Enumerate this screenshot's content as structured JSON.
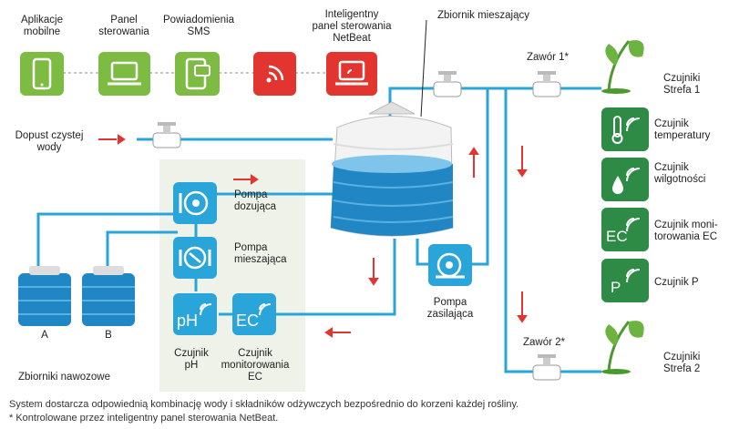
{
  "top_devices": {
    "mobile_apps": "Aplikacje\nmobilne",
    "control_panel": "Panel\nsterowania",
    "sms": "Powiadomienia\nSMS",
    "netbeat": "Inteligentny\npanel sterowania\nNetBeat"
  },
  "mixing_tank_label": "Zbiornik mieszający",
  "water_inlet_label": "Dopust czystej\nwody",
  "valve1_label": "Zawór 1*",
  "valve2_label": "Zawór 2*",
  "zone1_label": "Czujniki\nStrefa 1",
  "zone2_label": "Czujniki\nStrefa 2",
  "sensors": [
    {
      "label": "Czujnik\ntemperatury",
      "icon": "thermometer-icon"
    },
    {
      "label": "Czujnik\nwilgotności",
      "icon": "water-drop-icon"
    },
    {
      "label": "Czujnik moni-\ntorowania EC",
      "icon": "ec-icon",
      "badge": "EC"
    },
    {
      "label": "Czujnik P",
      "icon": "p-icon",
      "badge": "P"
    }
  ],
  "dosing_pump_label": "Pompa\ndozująca",
  "mixing_pump_label": "Pompa\nmieszająca",
  "ph_sensor_label": "Czujnik\npH",
  "ph_badge": "pH",
  "ec_badge": "EC",
  "ec_sensor_label": "Czujnik\nmonitorowania\nEC",
  "feed_pump_label": "Pompa\nzasilająca",
  "tank_a": "A",
  "tank_b": "B",
  "fertilizer_tanks_label": "Zbiorniki nawozowe",
  "footnote_1": "System dostarcza odpowiednią kombinację wody i składników odżywczych bezpośrednio do korzeni każdej rośliny.",
  "footnote_2": "* Kontrolowane przez inteligentny panel sterowania NetBeat.",
  "colors": {
    "pipe": "#2aa5d9",
    "green": "#7dbb42",
    "red": "#e2352f",
    "dark_green": "#2e8b45",
    "arrow": "#e2352f"
  }
}
